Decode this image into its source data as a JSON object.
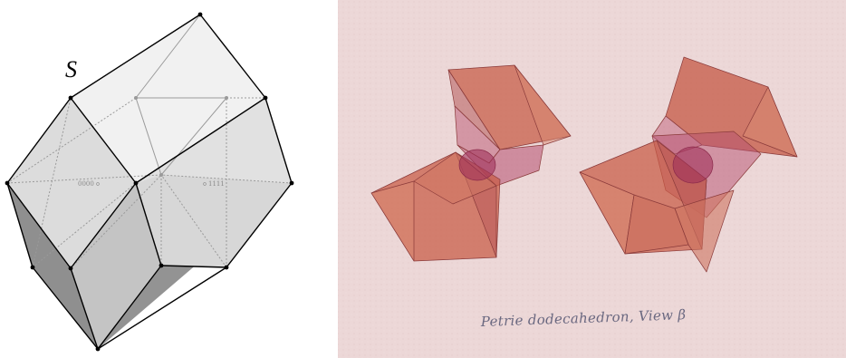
{
  "left_figure": {
    "set_label": "S",
    "vertex_labels": [
      "0000",
      "1111"
    ],
    "colors": {
      "face_top": "#f1f1f1",
      "face_mid": "#dcdcdc",
      "face_dark": "#8e8e8e",
      "edge": "#000000",
      "hidden_edge": "#9a9a9a"
    }
  },
  "right_figure": {
    "caption": "Petrie dodecahedron, View β",
    "colors": {
      "paper": "#ecd6d6",
      "solid": "#c2584a",
      "solid_light": "#d98a72",
      "accent": "#b03060"
    }
  }
}
